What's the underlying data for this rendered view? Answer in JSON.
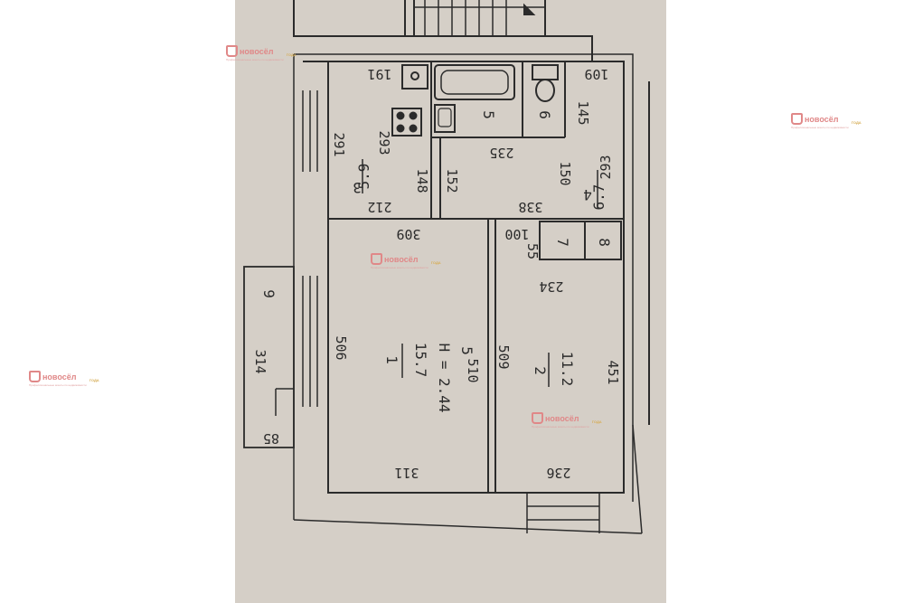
{
  "plan": {
    "rooms": [
      {
        "id": "1",
        "area": "15.7"
      },
      {
        "id": "2",
        "area": "11.2"
      },
      {
        "id": "3",
        "area": "5.9"
      },
      {
        "id": "4",
        "area": "6.7"
      },
      {
        "id": "5"
      },
      {
        "id": "6"
      },
      {
        "id": "7"
      },
      {
        "id": "8"
      },
      {
        "id": "9"
      }
    ],
    "height_label": "H = 2.44",
    "height_mark": "5",
    "dimensions": {
      "d191": "191",
      "d109": "109",
      "d145": "145",
      "d291": "291",
      "d293a": "293",
      "d293b": "293",
      "d235": "235",
      "d148": "148",
      "d152": "152",
      "d150": "150",
      "d212": "212",
      "d338": "338",
      "d309": "309",
      "d100": "100",
      "d55": "55",
      "d234": "234",
      "d506": "506",
      "d510": "510",
      "d509": "509",
      "d451": "451",
      "d314": "314",
      "d85": "85",
      "d311": "311",
      "d236": "236"
    },
    "ink_color": "#2b2b2b",
    "paper_color": "#d5cfc7"
  },
  "watermark": {
    "brand": "новосёл",
    "tagline": "Профессиональные агенты по недвижимости",
    "badge": "ГОДА",
    "color": "#e08888"
  }
}
